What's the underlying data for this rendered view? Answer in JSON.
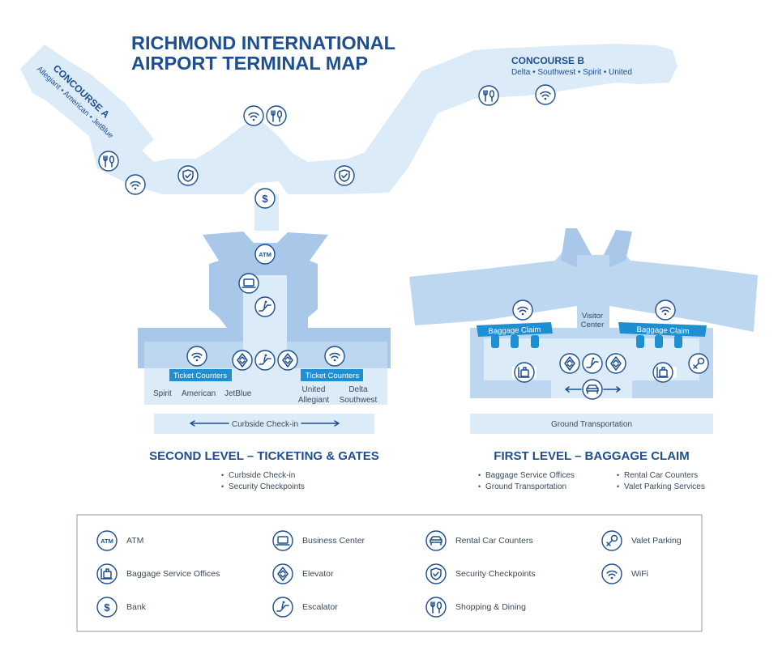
{
  "title": {
    "line1": "RICHMOND INTERNATIONAL",
    "line2": "AIRPORT TERMINAL MAP"
  },
  "concourse_a": {
    "name": "CONCOURSE A",
    "airlines": "Allegiant • American • JetBlue"
  },
  "concourse_b": {
    "name": "CONCOURSE B",
    "airlines": "Delta • Southwest • Spirit • United"
  },
  "second_level": {
    "heading": "SECOND LEVEL – TICKETING & GATES",
    "ticket_counters_left": "Ticket Counters",
    "ticket_counters_right": "Ticket Counters",
    "airlines_left": [
      "Spirit",
      "American",
      "JetBlue"
    ],
    "airlines_right": [
      "United",
      "Allegiant",
      "Delta",
      "Southwest"
    ],
    "curbside": "Curbside Check-in",
    "bullets": [
      "Curbside Check-in",
      "Security Checkpoints"
    ]
  },
  "first_level": {
    "heading": "FIRST LEVEL – BAGGAGE CLAIM",
    "baggage_left": "Baggage Claim",
    "baggage_right": "Baggage Claim",
    "visitor_center": [
      "Visitor",
      "Center"
    ],
    "ground_transport": "Ground Transportation",
    "bullets_left": [
      "Baggage Service Offices",
      "Ground Transportation"
    ],
    "bullets_right": [
      "Rental Car Counters",
      "Valet Parking Services"
    ]
  },
  "map_icons": {
    "atm_text": "ATM",
    "bank_text": "$"
  },
  "legend": {
    "items": [
      {
        "icon": "atm-icon",
        "label": "ATM",
        "glyph": "ATM"
      },
      {
        "icon": "baggage-icon",
        "label": "Baggage Service Offices"
      },
      {
        "icon": "bank-icon",
        "label": "Bank",
        "glyph": "$"
      },
      {
        "icon": "business-center-icon",
        "label": "Business Center"
      },
      {
        "icon": "elevator-icon",
        "label": "Elevator"
      },
      {
        "icon": "escalator-icon",
        "label": "Escalator"
      },
      {
        "icon": "rental-car-icon",
        "label": "Rental Car Counters"
      },
      {
        "icon": "security-icon",
        "label": "Security Checkpoints"
      },
      {
        "icon": "dining-icon",
        "label": "Shopping & Dining"
      },
      {
        "icon": "valet-icon",
        "label": "Valet Parking"
      },
      {
        "icon": "wifi-icon",
        "label": "WiFi"
      }
    ]
  },
  "colors": {
    "brand": "#1d4f91",
    "accent": "#1f8fd4",
    "light": "#dcebf8",
    "mid": "#bed7f0",
    "dark": "#a9c8e9"
  }
}
